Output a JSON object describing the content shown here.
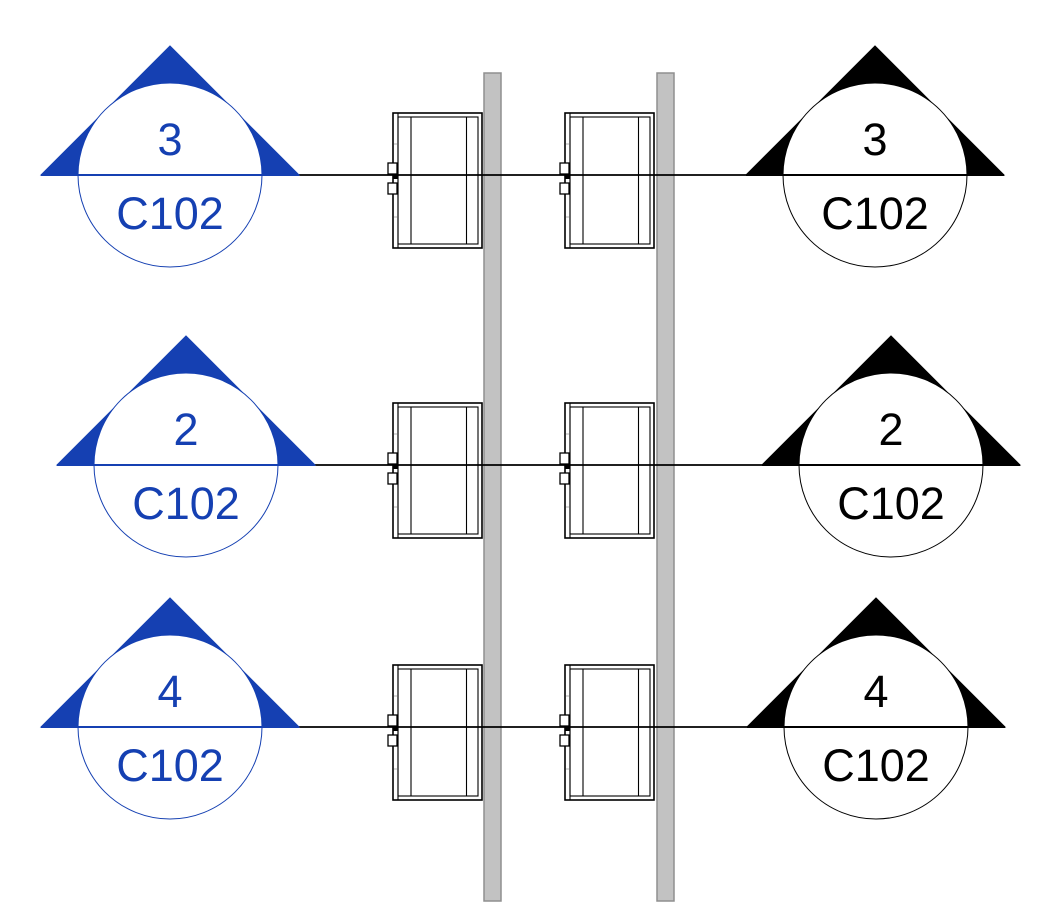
{
  "colors": {
    "selected_blue": "#1540B2",
    "marker_black": "#000000",
    "wall_fill": "#C2C2C2",
    "wall_border": "#8F8F8F",
    "line_black": "#000000",
    "background": "#FFFFFF"
  },
  "rows": [
    {
      "left_marker": {
        "detail_number": "3",
        "sheet_number": "C102"
      },
      "right_marker": {
        "detail_number": "3",
        "sheet_number": "C102"
      }
    },
    {
      "left_marker": {
        "detail_number": "2",
        "sheet_number": "C102"
      },
      "right_marker": {
        "detail_number": "2",
        "sheet_number": "C102"
      }
    },
    {
      "left_marker": {
        "detail_number": "4",
        "sheet_number": "C102"
      },
      "right_marker": {
        "detail_number": "4",
        "sheet_number": "C102"
      }
    }
  ]
}
